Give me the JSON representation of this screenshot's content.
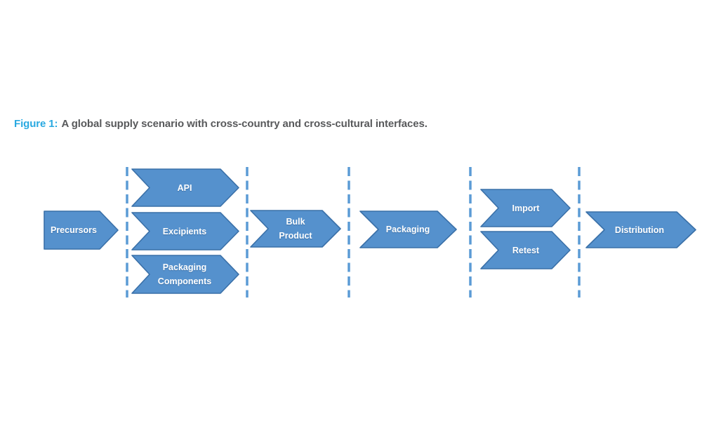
{
  "caption": {
    "label": "Figure 1:",
    "text": "A global supply scenario with cross-country and cross-cultural interfaces."
  },
  "diagram": {
    "type": "supply-chain-flow",
    "nodes": [
      {
        "id": "precursors",
        "label": "Precursors",
        "shape": "pentagon-arrow"
      },
      {
        "id": "api",
        "label": "API",
        "shape": "chevron-arrow"
      },
      {
        "id": "excipients",
        "label": "Excipients",
        "shape": "chevron-arrow"
      },
      {
        "id": "packaging-components",
        "label": "Packaging\nComponents",
        "shape": "chevron-arrow"
      },
      {
        "id": "bulk-product",
        "label": "Bulk\nProduct",
        "shape": "chevron-arrow"
      },
      {
        "id": "packaging",
        "label": "Packaging",
        "shape": "chevron-arrow"
      },
      {
        "id": "import",
        "label": "Import",
        "shape": "chevron-arrow"
      },
      {
        "id": "retest",
        "label": "Retest",
        "shape": "chevron-arrow"
      },
      {
        "id": "distribution",
        "label": "Distribution",
        "shape": "chevron-arrow"
      }
    ],
    "flow_sequence": [
      "Precursors",
      "API | Excipients | Packaging Components",
      "Bulk Product",
      "Packaging",
      "Import | Retest",
      "Distribution"
    ],
    "dividers": {
      "count": 5,
      "style": "dashed-vertical"
    },
    "colors": {
      "arrow_fill": "#5591CD",
      "arrow_border": "#3A70A8",
      "dashed_line": "#5B9BD5",
      "node_text": "#FFFFFF",
      "caption_accent": "#29A9E1",
      "caption_text": "#58595B",
      "background": "#FFFFFF"
    }
  }
}
